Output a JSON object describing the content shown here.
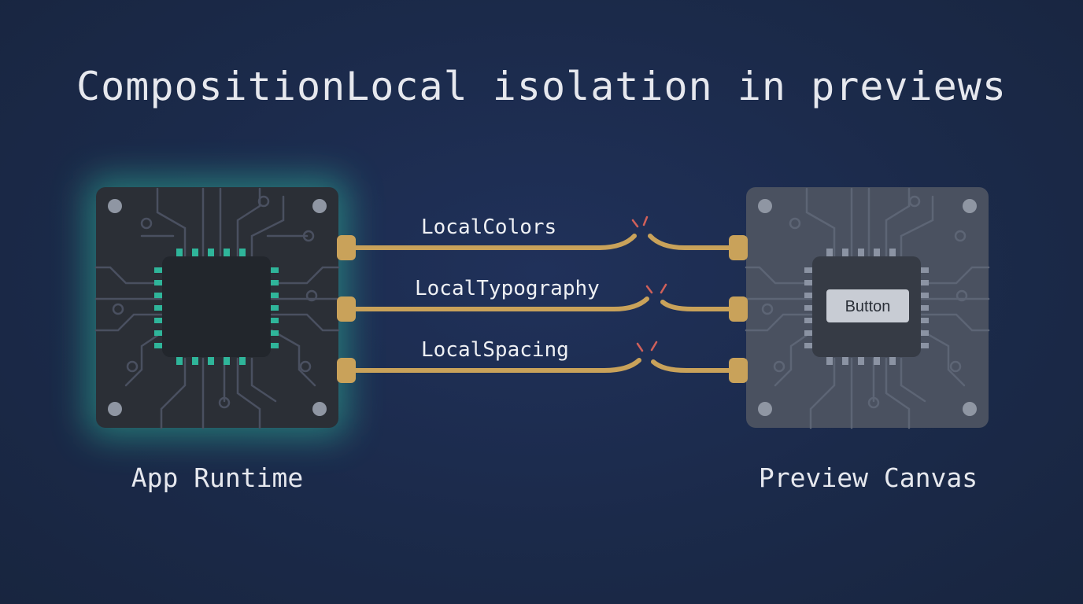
{
  "title": "CompositionLocal isolation in previews",
  "left_board": {
    "caption": "App Runtime",
    "glow_color": "#2fb59a",
    "board_color": "#2b2f36",
    "pin_color": "#2fb59a"
  },
  "right_board": {
    "caption": "Preview Canvas",
    "board_color": "#4a5160",
    "pin_color": "#8b93a3",
    "button_label": "Button"
  },
  "wires": [
    {
      "label": "LocalColors",
      "state": "broken"
    },
    {
      "label": "LocalTypography",
      "state": "broken"
    },
    {
      "label": "LocalSpacing",
      "state": "broken"
    }
  ],
  "colors": {
    "background": "#1b2a4a",
    "wire": "#c9a25a",
    "break_spark": "#d0605a"
  }
}
